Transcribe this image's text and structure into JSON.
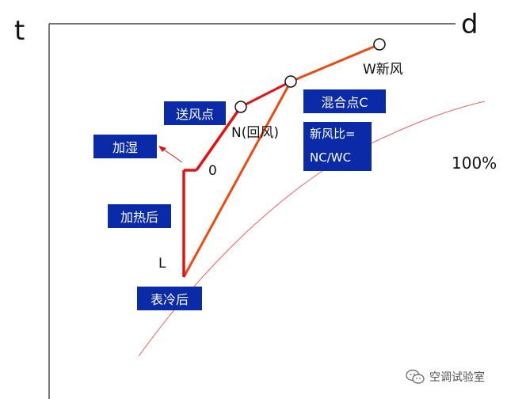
{
  "axes": {
    "y_label": "t",
    "x_label": "d"
  },
  "points": {
    "fresh_air": "W新风",
    "return_air": "N(回风)",
    "point_o": "0",
    "point_l": "L"
  },
  "boxes": {
    "supply_air": "送风点",
    "humidify": "加湿",
    "mix_point": "混合点C",
    "fresh_ratio_line1": "新风比=",
    "fresh_ratio_line2": "NC/WC",
    "after_heating": "加热后",
    "after_cooling": "表冷后"
  },
  "curve_label": "100%",
  "watermark": "空调试验室",
  "colors": {
    "path_red": "#e51010",
    "mix_orange": "#ee4a10",
    "box_blue": "#0a2aa8",
    "saturation_curve": "#f06060"
  }
}
